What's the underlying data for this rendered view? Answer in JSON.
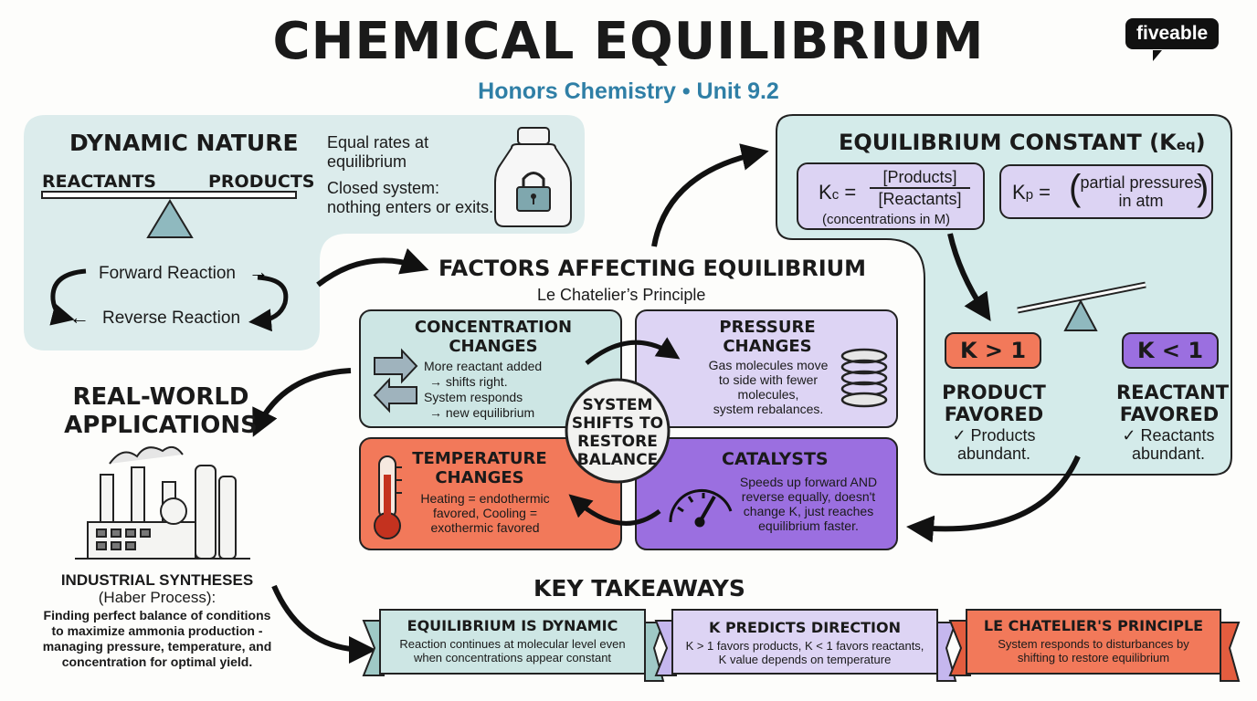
{
  "header": {
    "title": "CHEMICAL EQUILIBRIUM",
    "subtitle": "Honors Chemistry • Unit 9.2",
    "brand": "fiveable"
  },
  "dynamic_nature": {
    "heading": "DYNAMIC NATURE",
    "left_label": "REACTANTS",
    "right_label": "PRODUCTS",
    "note1": "Equal rates at equilibrium",
    "note1_a": "Equal rates at",
    "note1_b": "equilibrium",
    "note2_a": "Closed system:",
    "note2_b": "nothing enters or exits.",
    "forward": "Forward Reaction",
    "reverse": "Reverse Reaction"
  },
  "equilibrium_constant": {
    "heading": "EQUILIBRIUM CONSTANT (K",
    "heading_sub": "eq",
    "heading_close": ")",
    "kc_label": "K",
    "kc_sub": "c",
    "kc_eq": "=",
    "kc_numerator": "[Products]",
    "kc_denominator": "[Reactants]",
    "kc_note": "(concentrations in M)",
    "kp_label": "K",
    "kp_sub": "p",
    "kp_eq": "=",
    "kp_line1": "partial pressures",
    "kp_line2": "in atm",
    "k_gt": "K > 1",
    "k_lt": "K < 1",
    "gt_title_1": "PRODUCT",
    "gt_title_2": "FAVORED",
    "gt_note_1": "✓ Products",
    "gt_note_2": "abundant.",
    "lt_title_1": "REACTANT",
    "lt_title_2": "FAVORED",
    "lt_note_1": "✓ Reactants",
    "lt_note_2": "abundant."
  },
  "factors": {
    "heading": "FACTORS AFFECTING EQUILIBRIUM",
    "subheading": "Le Chatelier’s Principle",
    "center_1": "SYSTEM",
    "center_2": "SHIFTS TO",
    "center_3": "RESTORE",
    "center_4": "BALANCE",
    "concentration": {
      "title_1": "CONCENTRATION",
      "title_2": "CHANGES",
      "line1": "More reactant added",
      "line2": "→ shifts right.",
      "line3": "System responds",
      "line4": "→ new equilibrium"
    },
    "pressure": {
      "title_1": "PRESSURE",
      "title_2": "CHANGES",
      "line1": "Gas molecules move",
      "line2": "to side with fewer",
      "line3": "molecules,",
      "line4": "system rebalances."
    },
    "temperature": {
      "title_1": "TEMPERATURE",
      "title_2": "CHANGES",
      "line1": "Heating = endothermic",
      "line2": "favored, Cooling =",
      "line3": "exothermic favored"
    },
    "catalysts": {
      "title": "CATALYSTS",
      "line1": "Speeds up forward AND",
      "line2": "reverse equally, doesn't",
      "line3": "change K, just reaches",
      "line4": "equilibrium faster."
    }
  },
  "applications": {
    "heading_1": "REAL-WORLD",
    "heading_2": "APPLICATIONS",
    "title_1": "INDUSTRIAL SYNTHESES",
    "title_2": "(Haber Process):",
    "line1": "Finding perfect balance of conditions",
    "line2": "to maximize ammonia production -",
    "line3": "managing pressure, temperature, and",
    "line4": "concentration for optimal yield."
  },
  "takeaways": {
    "heading": "KEY TAKEAWAYS",
    "items": [
      {
        "title": "EQUILIBRIUM IS DYNAMIC",
        "line1": "Reaction continues at molecular level even",
        "line2": "when concentrations appear constant"
      },
      {
        "title": "K PREDICTS DIRECTION",
        "line1": "K > 1 favors products, K < 1 favors reactants,",
        "line2": "K value depends on temperature"
      },
      {
        "title": "LE CHATELIER'S PRINCIPLE",
        "line1": "System responds to disturbances by",
        "line2": "shifting to restore equilibrium"
      }
    ]
  },
  "colors": {
    "teal_panel": "#dcecec",
    "teal_box": "#cde6e4",
    "lavender": "#dcd3f3",
    "orange": "#f2795a",
    "purple": "#9b6fe0",
    "accent_blue": "#2f7fa6"
  }
}
